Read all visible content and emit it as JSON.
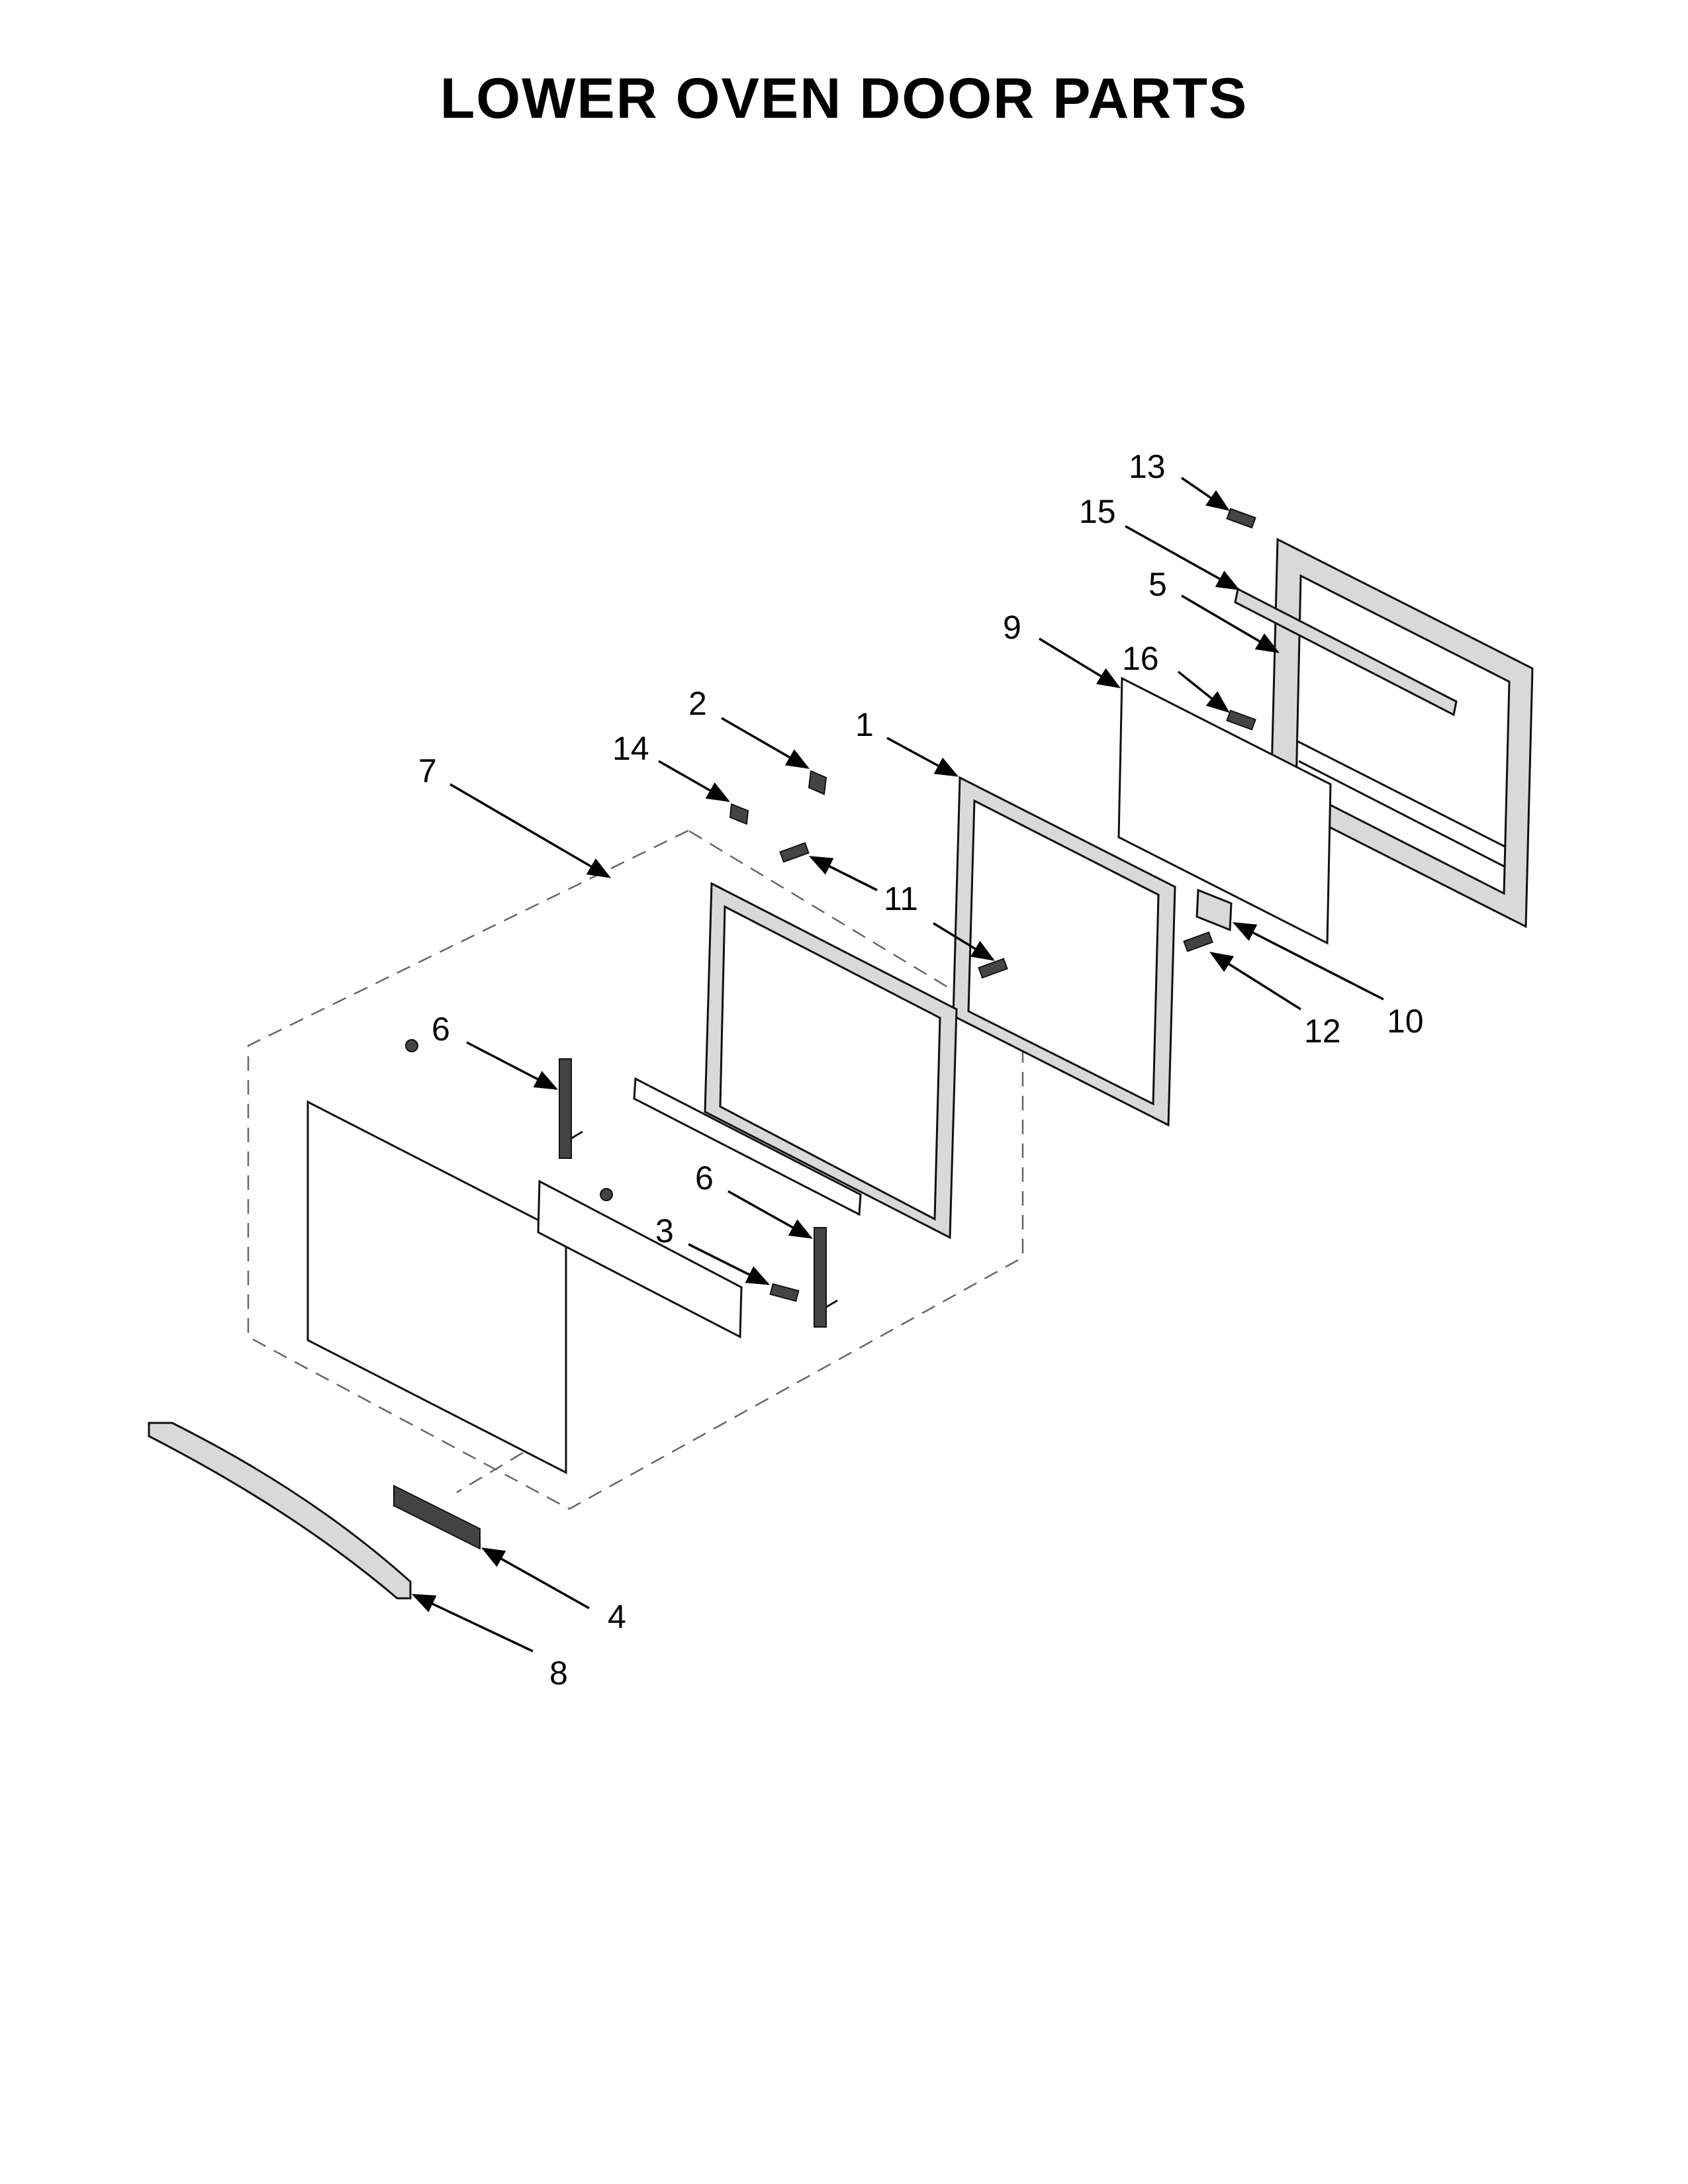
{
  "title": "LOWER OVEN DOOR PARTS",
  "callouts": [
    {
      "id": "13",
      "label": "13"
    },
    {
      "id": "15",
      "label": "15"
    },
    {
      "id": "5",
      "label": "5"
    },
    {
      "id": "9",
      "label": "9"
    },
    {
      "id": "16",
      "label": "16"
    },
    {
      "id": "2",
      "label": "2"
    },
    {
      "id": "1",
      "label": "1"
    },
    {
      "id": "14",
      "label": "14"
    },
    {
      "id": "7",
      "label": "7"
    },
    {
      "id": "11",
      "label": "11"
    },
    {
      "id": "10",
      "label": "10"
    },
    {
      "id": "12",
      "label": "12"
    },
    {
      "id": "6a",
      "label": "6"
    },
    {
      "id": "6b",
      "label": "6"
    },
    {
      "id": "3",
      "label": "3"
    },
    {
      "id": "4",
      "label": "4"
    },
    {
      "id": "8",
      "label": "8"
    }
  ],
  "marks": {
    "arrowhead_color": "#000000",
    "line_color": "#111111",
    "part_fill": "#d9d9d9"
  }
}
